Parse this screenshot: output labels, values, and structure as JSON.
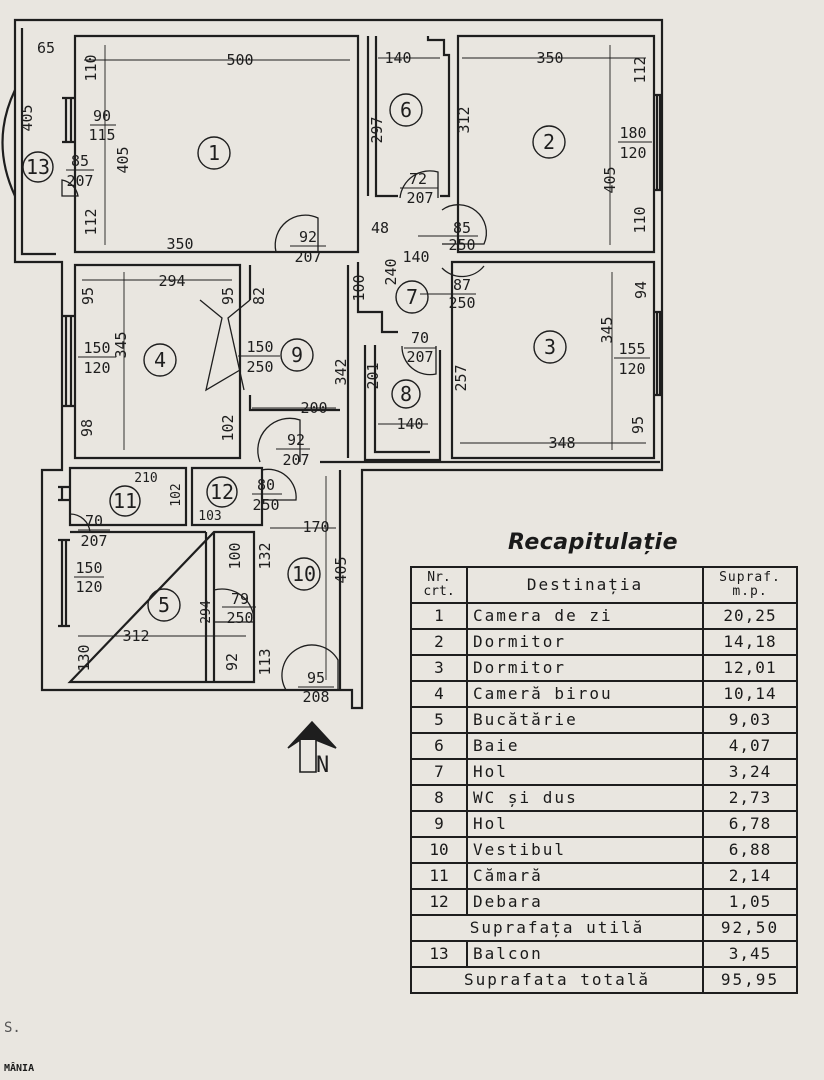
{
  "rooms": {
    "r1": "1",
    "r2": "2",
    "r3": "3",
    "r4": "4",
    "r5": "5",
    "r6": "6",
    "r7": "7",
    "r8": "8",
    "r9": "9",
    "r10": "10",
    "r11": "11",
    "r12": "12",
    "r13": "13"
  },
  "dims": {
    "d65": "65",
    "d500": "500",
    "d110a": "110",
    "d405a": "405",
    "d90": "90",
    "d115": "115",
    "d85a": "85",
    "d207a": "207",
    "d405b": "405",
    "d112a": "112",
    "d350a": "350",
    "d140a": "140",
    "d297": "297",
    "d312a": "312",
    "d350b": "350",
    "d112b": "112",
    "d180": "180",
    "d120a": "120",
    "d72": "72",
    "d207b": "207",
    "d405c": "405",
    "d110b": "110",
    "d48": "48",
    "d85b": "85",
    "d250a": "250",
    "d92a": "92",
    "d207c": "207",
    "d140b": "140",
    "d240": "240",
    "d294a": "294",
    "d95a": "95",
    "d95b": "95",
    "d82": "82",
    "d100a": "100",
    "d87": "87",
    "d250b": "250",
    "d94": "94",
    "d150a": "150",
    "d120b": "120",
    "d345a": "345",
    "d150b": "150",
    "d250c": "250",
    "d342": "342",
    "d70a": "70",
    "d207d": "207",
    "d345b": "345",
    "d155": "155",
    "d120c": "120",
    "d201": "201",
    "d257": "257",
    "d98": "98",
    "d102a": "102",
    "d200": "200",
    "d140c": "140",
    "d348": "348",
    "d95c": "95",
    "d92b": "92",
    "d207e": "207",
    "d210": "210",
    "d102b": "102",
    "d103": "103",
    "d80": "80",
    "d250d": "250",
    "d70b": "70",
    "d207f": "207",
    "d170": "170",
    "d100b": "100",
    "d132": "132",
    "d150c": "150",
    "d120d": "120",
    "d405d": "405",
    "d294b": "294",
    "d79": "79",
    "d250e": "250",
    "d312b": "312",
    "d130": "130",
    "d92c": "92",
    "d113": "113",
    "d95d": "95",
    "d208": "208"
  },
  "compass_label": "N",
  "recap": {
    "title": "Recapitulație",
    "head_nr": "Nr. crt.",
    "head_dest": "Destinația",
    "head_supraf": "Supraf. m.p.",
    "rows": [
      {
        "nr": "1",
        "dest": "Camera de zi",
        "area": "20,25"
      },
      {
        "nr": "2",
        "dest": "Dormitor",
        "area": "14,18"
      },
      {
        "nr": "3",
        "dest": "Dormitor",
        "area": "12,01"
      },
      {
        "nr": "4",
        "dest": "Cameră birou",
        "area": "10,14"
      },
      {
        "nr": "5",
        "dest": "Bucătărie",
        "area": "9,03"
      },
      {
        "nr": "6",
        "dest": "Baie",
        "area": "4,07"
      },
      {
        "nr": "7",
        "dest": "Hol",
        "area": "3,24"
      },
      {
        "nr": "8",
        "dest": "WC și dus",
        "area": "2,73"
      },
      {
        "nr": "9",
        "dest": "Hol",
        "area": "6,78"
      },
      {
        "nr": "10",
        "dest": "Vestibul",
        "area": "6,88"
      },
      {
        "nr": "11",
        "dest": "Cămară",
        "area": "2,14"
      },
      {
        "nr": "12",
        "dest": "Debara",
        "area": "1,05"
      }
    ],
    "util_label": "Suprafața utilă",
    "util_value": "92,50",
    "balcon_nr": "13",
    "balcon_dest": "Balcon",
    "balcon_area": "3,45",
    "total_label": "Suprafata totală",
    "total_value": "95,95"
  },
  "footer": {
    "left": "S.",
    "stamp": "MÂNIA"
  }
}
